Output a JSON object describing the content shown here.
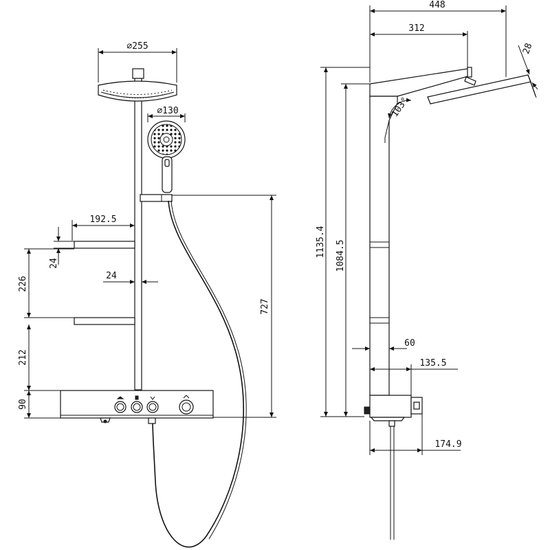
{
  "dimensions": {
    "head_diameter": "⌀255",
    "hand_diameter": "⌀130",
    "shelf_depth": "192.5",
    "shelf_thickness": "24",
    "rail_width": "24",
    "shelf_gap": "226",
    "lower_gap": "212",
    "panel_height": "90",
    "hose_outlet_height": "727",
    "overall_height": "1135.4",
    "pipe_height": "1084.5",
    "arm_total": "448",
    "arm_reach": "312",
    "head_thickness": "28",
    "tilt_angle": "103°",
    "rail_depth": "60",
    "panel_depth": "135.5",
    "knob_depth": "174.9"
  },
  "icons": [
    "rain-icon",
    "hand-shower-icon",
    "spout-icon"
  ],
  "colors": {
    "line": "#111111",
    "background": "#ffffff"
  }
}
